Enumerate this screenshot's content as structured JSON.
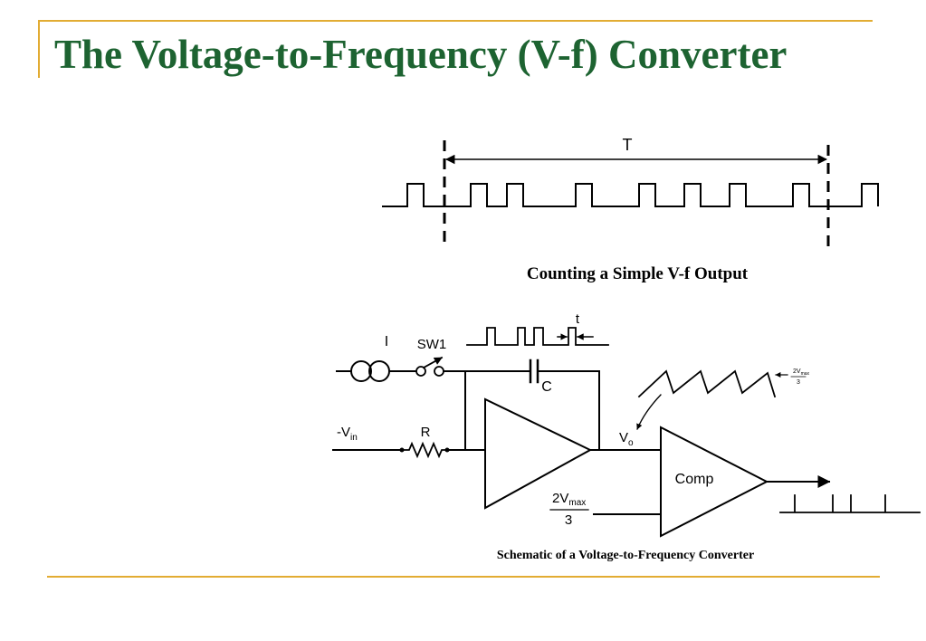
{
  "title": "The Voltage-to-Frequency (V-f) Converter",
  "colors": {
    "title": "#1d6331",
    "rule": "#e2ac33",
    "ink": "#000000"
  },
  "timing": {
    "period_label": "T",
    "caption": "Counting a Simple V-f Output"
  },
  "schematic": {
    "labels": {
      "current_source": "I",
      "switch": "SW1",
      "capacitor": "C",
      "input_prefix": "-V",
      "input_sub": "in",
      "resistor": "R",
      "output_v": "V",
      "output_sub": "o",
      "comparator": "Comp",
      "pulse_width": "t",
      "ref_num": "2V",
      "ref_sub": "max",
      "ref_den": "3",
      "small_ref_num": "2V",
      "small_ref_sub": "max",
      "small_ref_den": "3"
    },
    "caption": "Schematic of a Voltage-to-Frequency Converter"
  }
}
